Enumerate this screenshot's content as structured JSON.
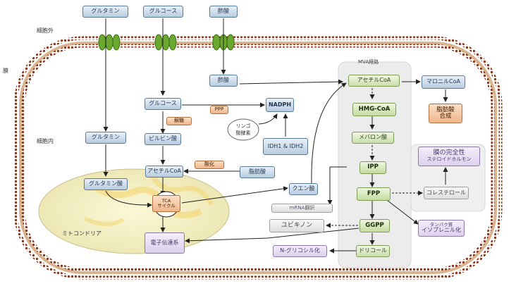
{
  "labels": {
    "outside": "細胞外",
    "membrane": "膜",
    "inside": "細胞内",
    "mito": "ミトコンドリア",
    "mva": "MVA経路"
  },
  "nodes": {
    "glutamine_out": "グルタミン",
    "glucose_out": "グルコース",
    "acetate_out": "酢酸",
    "acetate_in": "酢酸",
    "glucose_in": "グルコース",
    "ppp": "PPP",
    "nadph": "NADPH",
    "glycolysis": "解糖",
    "malic_enzyme_1": "リンゴ",
    "malic_enzyme_2": "酸酵素",
    "idh": "IDH1 & IDH2",
    "glutamine_in": "グルタミン",
    "pyruvate": "ピルビン酸",
    "oxidation": "酸化",
    "fatty_acid": "脂肪酸",
    "acetylcoa_mito": "アセチルCoA",
    "glutamate": "グルタミン酸",
    "tca_1": "TCA",
    "tca_2": "サイクル",
    "etc": "電子伝達系",
    "citrate": "クエン酸",
    "mrna": "mRNA翻訳",
    "acetylcoa": "アセチルCoA",
    "malonylcoa": "マロニルCoA",
    "fa_synth_1": "脂肪酸",
    "fa_synth_2": "合成",
    "hmgcoa": "HMG-CoA",
    "mevalonate": "メバロン酸",
    "ipp": "IPP",
    "fpp": "FPP",
    "cholesterol": "コレステロール",
    "membrane_integrity_1": "膜の完全性",
    "membrane_integrity_2": "ステロイドホルモン",
    "ubiquinone": "ユビキノン",
    "ggpp": "GGPP",
    "prenyl_1": "タンパク質",
    "prenyl_2": "イソプレニル化",
    "dolichol": "ドリコール",
    "nglyco": "N-グリコシル化"
  },
  "colors": {
    "membrane_dot": "#8b3a1f",
    "channel": "#6aa830",
    "mito_fill": "#f4efc4",
    "mva_panel": "#ececec"
  }
}
